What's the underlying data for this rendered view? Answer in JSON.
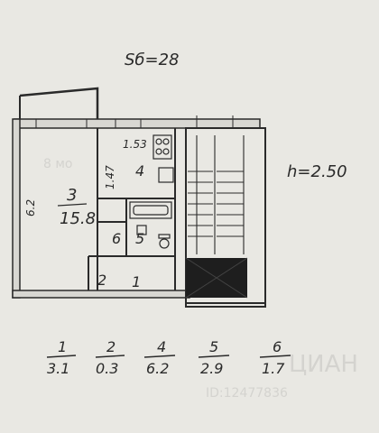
{
  "header": {
    "area_note": "Sб=28",
    "height_note": "h=2.50"
  },
  "rooms": [
    {
      "id": "3",
      "area": "15.8"
    },
    {
      "id": "4",
      "area": "1.53"
    },
    {
      "id": "5",
      "area": ""
    },
    {
      "id": "6",
      "area": ""
    },
    {
      "id": "2",
      "area": ""
    },
    {
      "id": "1",
      "area": ""
    }
  ],
  "dimensions": {
    "left_wall": "6.2",
    "kitchen_wall": "1.47"
  },
  "legend": [
    {
      "num": "1",
      "area": "3.1"
    },
    {
      "num": "2",
      "area": "0.3"
    },
    {
      "num": "4",
      "area": "6.2"
    },
    {
      "num": "5",
      "area": "2.9"
    },
    {
      "num": "6",
      "area": "1.7"
    }
  ],
  "watermark": {
    "floor": "8 мо",
    "id": "ID:12477836",
    "brand": "ЦИАН"
  },
  "colors": {
    "paper": "#e9e8e3",
    "ink": "#2a2a2a",
    "watermark": "#d4d3cf"
  }
}
